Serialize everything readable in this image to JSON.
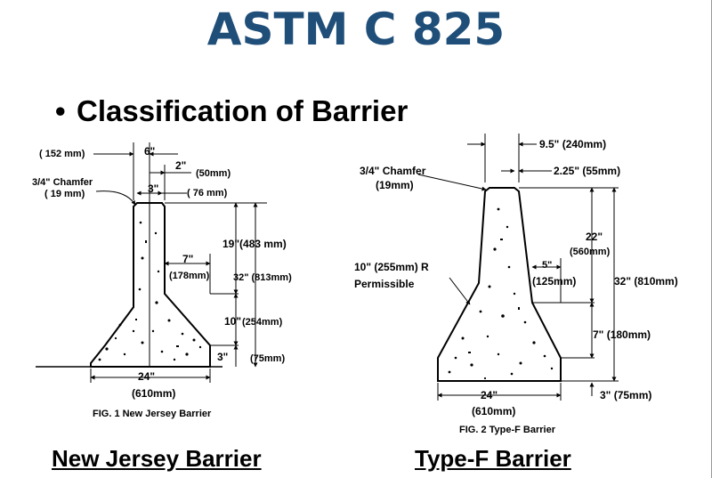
{
  "title": "ASTM C 825",
  "bullet": {
    "marker": "•",
    "text": "Classification of Barrier"
  },
  "nj": {
    "dim_6in": "6\"",
    "dim_152mm": "( 152 mm)",
    "dim_2in": "2\"",
    "dim_50mm": "(50mm)",
    "chamfer": "3/4\" Chamfer",
    "chamfer_mm": "( 19 mm)",
    "dim_3in_top": "3\"",
    "dim_76mm": "( 76 mm)",
    "dim_19in": "19\"(483 mm)",
    "dim_7in": "7\"",
    "dim_178mm": "(178mm)",
    "dim_32in": "32\" (813mm)",
    "dim_10in": "10\"",
    "dim_254mm": "(254mm)",
    "dim_3in_base": "3\"",
    "dim_75mm": "(75mm)",
    "dim_24in": "24\"",
    "dim_610mm": "(610mm)",
    "fig": "FIG. 1 New Jersey Barrier"
  },
  "tf": {
    "dim_95in": "9.5\" (240mm)",
    "chamfer": "3/4\" Chamfer",
    "chamfer_mm": "(19mm)",
    "dim_225in": "2.25\" (55mm)",
    "dim_22in": "22\"",
    "dim_560mm": "(560mm)",
    "radius": "10\" (255mm) R",
    "radius_note": "Permissible",
    "dim_5in": "5\"",
    "dim_125mm": "(125mm)",
    "dim_32in": "32\" (810mm)",
    "dim_7in": "7\" (180mm)",
    "dim_24in": "24\"",
    "dim_610mm": "(610mm)",
    "dim_3in": "3\" (75mm)",
    "fig": "FIG. 2 Type-F Barrier"
  },
  "captions": {
    "left": "New Jersey Barrier",
    "right": "Type-F Barrier"
  },
  "colors": {
    "title": "#1f4e79"
  }
}
